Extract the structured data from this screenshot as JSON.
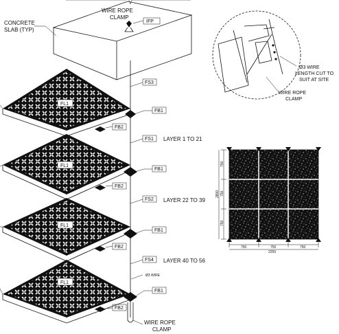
{
  "labels": {
    "concrete_slab": [
      "CONCRETE",
      "SLAB (TYP)"
    ],
    "wire_rope_clamp_top": [
      "WIRE ROPE",
      "CLAMP"
    ],
    "wire_rope_clamp_bottom": [
      "WIRE ROPE",
      "CLAMP"
    ],
    "wire_rope_clamp_detail": [
      "WIRE ROPE",
      "CLAMP"
    ],
    "wire_note": [
      "Ø3 WIRE",
      "LENGTH CUT TO",
      "SUIT AT SITE"
    ],
    "wire_small": "Ø3 WIRE",
    "layer_1": "LAYER 1 TO 21",
    "layer_2": "LAYER 22 TO 39",
    "layer_3": "LAYER 40 TO 56"
  },
  "tags": {
    "ifp": "IFP",
    "fs3": "FS3",
    "fs1": "FS1",
    "fs2": "FS2",
    "fs4": "FS4",
    "fb1": "FB1",
    "fb2": "FB2",
    "fl1": "FL1"
  },
  "plan_dims": {
    "bottom_segments": [
      "750",
      "750",
      "750"
    ],
    "bottom_total": "2250",
    "left_segments": [
      "750",
      "750",
      "750"
    ],
    "left_total": "2800"
  },
  "colors": {
    "ink": "#111111",
    "paper": "#ffffff"
  },
  "icons": [
    "break-mark-icon",
    "clamp-icon",
    "bracket-icon",
    "hook-icon"
  ]
}
